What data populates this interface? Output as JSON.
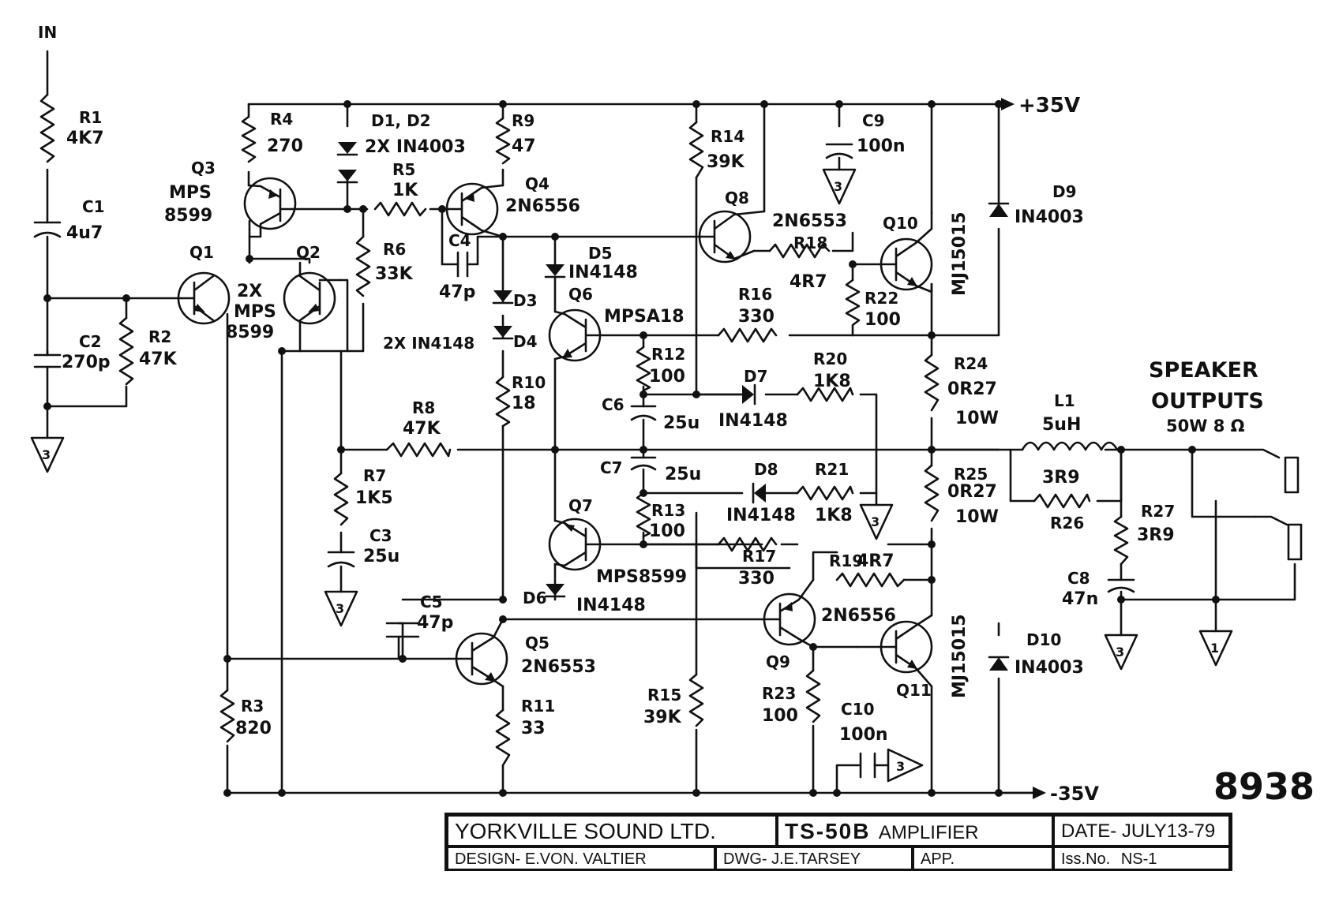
{
  "diagram": {
    "drawing_number": "8938",
    "input_label": "IN",
    "rails": {
      "positive": "+35V",
      "negative": "-35V"
    },
    "speaker_outputs": {
      "title_line1": "SPEAKER",
      "title_line2": "OUTPUTS",
      "rating": "50W 8 Ω"
    },
    "components": [
      {
        "id": "r1",
        "ref": "R1",
        "value": "4K7"
      },
      {
        "id": "c1",
        "ref": "C1",
        "value": "4u7"
      },
      {
        "id": "c2",
        "ref": "C2",
        "value": "270p"
      },
      {
        "id": "r2",
        "ref": "R2",
        "value": "47K"
      },
      {
        "id": "q3",
        "ref": "Q3",
        "value": "MPS",
        "value2": "8599"
      },
      {
        "id": "q1",
        "ref": "Q1",
        "value": ""
      },
      {
        "id": "q2",
        "ref": "Q2",
        "value": ""
      },
      {
        "id": "q1q2",
        "ref": "2X",
        "value": "MPS",
        "value2": "8599"
      },
      {
        "id": "r4",
        "ref": "R4",
        "value": "270"
      },
      {
        "id": "d1d2",
        "ref": "D1, D2",
        "value": "2X IN4003"
      },
      {
        "id": "r5",
        "ref": "R5",
        "value": "1K"
      },
      {
        "id": "r6",
        "ref": "R6",
        "value": "33K"
      },
      {
        "id": "r9",
        "ref": "R9",
        "value": "47"
      },
      {
        "id": "q4",
        "ref": "Q4",
        "value": "2N6556"
      },
      {
        "id": "c4",
        "ref": "C4",
        "value": "47p"
      },
      {
        "id": "d3",
        "ref": "D3",
        "value": ""
      },
      {
        "id": "d4",
        "ref": "D4",
        "value": "2X IN4148"
      },
      {
        "id": "d5",
        "ref": "D5",
        "value": "IN4148"
      },
      {
        "id": "r10",
        "ref": "R10",
        "value": "18"
      },
      {
        "id": "r8",
        "ref": "R8",
        "value": "47K"
      },
      {
        "id": "r7",
        "ref": "R7",
        "value": "1K5"
      },
      {
        "id": "c3",
        "ref": "C3",
        "value": "25u"
      },
      {
        "id": "c5",
        "ref": "C5",
        "value": "47p"
      },
      {
        "id": "q5",
        "ref": "Q5",
        "value": "2N6553"
      },
      {
        "id": "r11",
        "ref": "R11",
        "value": "33"
      },
      {
        "id": "r3",
        "ref": "R3",
        "value": "820"
      },
      {
        "id": "q6",
        "ref": "Q6",
        "value": "MPSA18"
      },
      {
        "id": "q7",
        "ref": "Q7",
        "value": "MPS8599"
      },
      {
        "id": "d6",
        "ref": "D6",
        "value": "IN4148"
      },
      {
        "id": "r12",
        "ref": "R12",
        "value": "100"
      },
      {
        "id": "c6",
        "ref": "C6",
        "value": "25u"
      },
      {
        "id": "c7",
        "ref": "C7",
        "value": "25u"
      },
      {
        "id": "r13",
        "ref": "R13",
        "value": "100"
      },
      {
        "id": "d7",
        "ref": "D7",
        "value": "IN4148"
      },
      {
        "id": "r20",
        "ref": "R20",
        "value": "1K8"
      },
      {
        "id": "d8",
        "ref": "D8",
        "value": "IN4148"
      },
      {
        "id": "r21",
        "ref": "R21",
        "value": "1K8"
      },
      {
        "id": "r14",
        "ref": "R14",
        "value": "39K"
      },
      {
        "id": "r15",
        "ref": "R15",
        "value": "39K"
      },
      {
        "id": "q8",
        "ref": "Q8",
        "value": "2N6553"
      },
      {
        "id": "r18",
        "ref": "R18",
        "value": "4R7"
      },
      {
        "id": "r16",
        "ref": "R16",
        "value": "330"
      },
      {
        "id": "r22",
        "ref": "R22",
        "value": "100"
      },
      {
        "id": "c9",
        "ref": "C9",
        "value": "100n"
      },
      {
        "id": "q10",
        "ref": "Q10",
        "value": "MJ15015"
      },
      {
        "id": "d9",
        "ref": "D9",
        "value": "IN4003"
      },
      {
        "id": "r24",
        "ref": "R24",
        "value": "0R27",
        "value2": "10W"
      },
      {
        "id": "r25",
        "ref": "R25",
        "value": "0R27",
        "value2": "10W"
      },
      {
        "id": "r17",
        "ref": "R17",
        "value": "330"
      },
      {
        "id": "r19",
        "ref": "R19",
        "value": "4R7"
      },
      {
        "id": "q9",
        "ref": "Q9",
        "value": "2N6556"
      },
      {
        "id": "r23",
        "ref": "R23",
        "value": "100"
      },
      {
        "id": "c10",
        "ref": "C10",
        "value": "100n"
      },
      {
        "id": "q11",
        "ref": "Q11",
        "value": "MJ15015"
      },
      {
        "id": "d10",
        "ref": "D10",
        "value": "IN4003"
      },
      {
        "id": "l1",
        "ref": "L1",
        "value": "5uH"
      },
      {
        "id": "r26",
        "ref": "R26",
        "value": "3R9"
      },
      {
        "id": "r27",
        "ref": "R27",
        "value": "3R9"
      },
      {
        "id": "c8",
        "ref": "C8",
        "value": "47n"
      }
    ],
    "grounds": [
      "3",
      "3",
      "3",
      "3",
      "3",
      "3",
      "1"
    ]
  },
  "title_block": {
    "company": "YORKVILLE SOUND LTD.",
    "model": "TS-50B",
    "product": "AMPLIFIER",
    "date": "DATE- JULY13-79",
    "design": "DESIGN- E.VON. VALTIER",
    "dwg": "DWG- J.E.TARSEY",
    "app": "APP.",
    "iss_label": "Iss.No.",
    "iss_value": "NS-1"
  }
}
